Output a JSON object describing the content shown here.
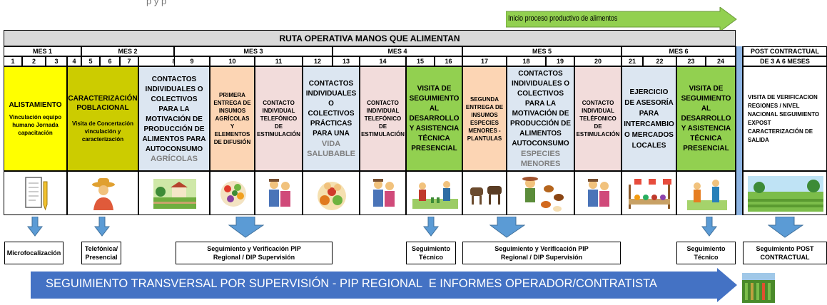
{
  "top_partial_text": "p                         y                         p",
  "process_arrow": {
    "label": "Inicio proceso productivo de alimentos"
  },
  "title": "RUTA OPERATIVA MANOS QUE ALIMENTAN",
  "months": [
    "MES 1",
    "MES 2",
    "MES 3",
    "MES 4",
    "MES 5",
    "MES 6"
  ],
  "post": {
    "header": "POST CONTRACTUAL",
    "range": "DE 3 A 6 MESES"
  },
  "weeks": [
    "1",
    "2",
    "3",
    "4",
    "5",
    "6",
    "7",
    "8",
    "9",
    "10",
    "11",
    "12",
    "13",
    "14",
    "15",
    "16",
    "17",
    "18",
    "19",
    "20",
    "21",
    "22",
    "23",
    "24"
  ],
  "activities": {
    "alistamiento": {
      "title": "ALISTAMIENTO",
      "sub": "Vinculación equipo humano Jornada capacitación",
      "color": "#ffff00"
    },
    "caracterizacion": {
      "title": "CARACTERIZACIÓN POBLACIONAL",
      "sub": "Visita de Concertación vinculación y caracterización",
      "color": "#cccc00"
    },
    "contactos_agricolas": {
      "title": "CONTACTOS INDIVIDUALES O COLECTIVOS PARA LA MOTIVACIÓN DE PRODUCCIÓN DE ALIMENTOS PARA AUTOCONSUMO",
      "sub": "AGRÍCOLAS",
      "color": "#dce6f1"
    },
    "primera_entrega": {
      "title": "PRIMERA ENTREGA DE INSUMOS AGRÍCOLAS Y ELEMENTOS DE DIFUSIÓN",
      "color": "#fcd5b4"
    },
    "contacto_tel_1": {
      "title": "CONTACTO INDIVIDUAL TELEFÓNICO DE ESTIMULACIÓN",
      "color": "#f2dcdb"
    },
    "contactos_practicas": {
      "title": "CONTACTOS INDIVIDUALES O COLECTIVOS PRÁCTICAS PARA UNA",
      "sub": "VIDA SALUBABLE",
      "color": "#dce6f1"
    },
    "contacto_tel_2": {
      "title": "CONTACTO INDIVIDUAL TELEFÓNICO DE ESTIMULACIÓN",
      "color": "#f2dcdb"
    },
    "visita_seg_1": {
      "title": "VISITA DE SEGUIMIENTO AL DESARROLLO Y ASISTENCIA TÉCNICA PRESENCIAL",
      "color": "#92d050"
    },
    "segunda_entrega": {
      "title": "SEGUNDA ENTREGA DE INSUMOS ESPECIES MENORES - PLANTULAS",
      "color": "#fcd5b4"
    },
    "contactos_especies": {
      "title": "CONTACTOS INDIVIDUALES O COLECTIVOS PARA LA MOTIVACIÓN DE PRODUCCIÓN DE ALIMENTOS AUTOCONSUMO",
      "sub": "ESPECIES MENORES",
      "color": "#dce6f1"
    },
    "contacto_tel_3": {
      "title": "CONTACTO INDIVIDUAL TELÉFONICO DE ESTIMULACIÓN",
      "color": "#f2dcdb"
    },
    "ejercicio_asesoria": {
      "title": "EJERCICIO DE ASESORÍA PARA INTERCAMBIO O MERCADOS LOCALES",
      "color": "#dce6f1"
    },
    "visita_seg_2": {
      "title": "VISITA DE SEGUIMIENTO AL DESARROLLO Y ASISTENCIA TÉCNICA PRESENCIAL",
      "color": "#92d050"
    },
    "post_verificacion": {
      "title": "VISITA DE VERIFICACION REGIONES / NIVEL NACIONAL SEGUIMIENTO EXPOST CARACTERIZACIÓN DE SALIDA",
      "color": "#ffffff"
    }
  },
  "followups": {
    "microfocalizacion": "Microfocalización",
    "telefonica": "Telefónica/ Presencial",
    "seg_verif_1": "Seguimiento y Verificación PIP Regional / DIP Supervisión",
    "seg_tecnico_1": "Seguimiento Técnico",
    "seg_verif_2": "Seguimiento y Verificación PIP Regional / DIP Supervisión",
    "seg_tecnico_2": "Seguimiento Técnico",
    "seg_post": "Seguimiento POST CONTRACTUAL"
  },
  "bottom_arrow": {
    "label": "SEGUIMIENTO TRANSVERSAL POR SUPERVISIÓN - PIP REGIONAL  E INFORMES OPERADOR/CONTRATISTA",
    "color": "#4472c4"
  },
  "colors": {
    "title_bar": "#d9d9d9",
    "process_arrow": "#92d050",
    "divider": "#8db4e2",
    "arrow_blue": "#5b9bd5"
  }
}
